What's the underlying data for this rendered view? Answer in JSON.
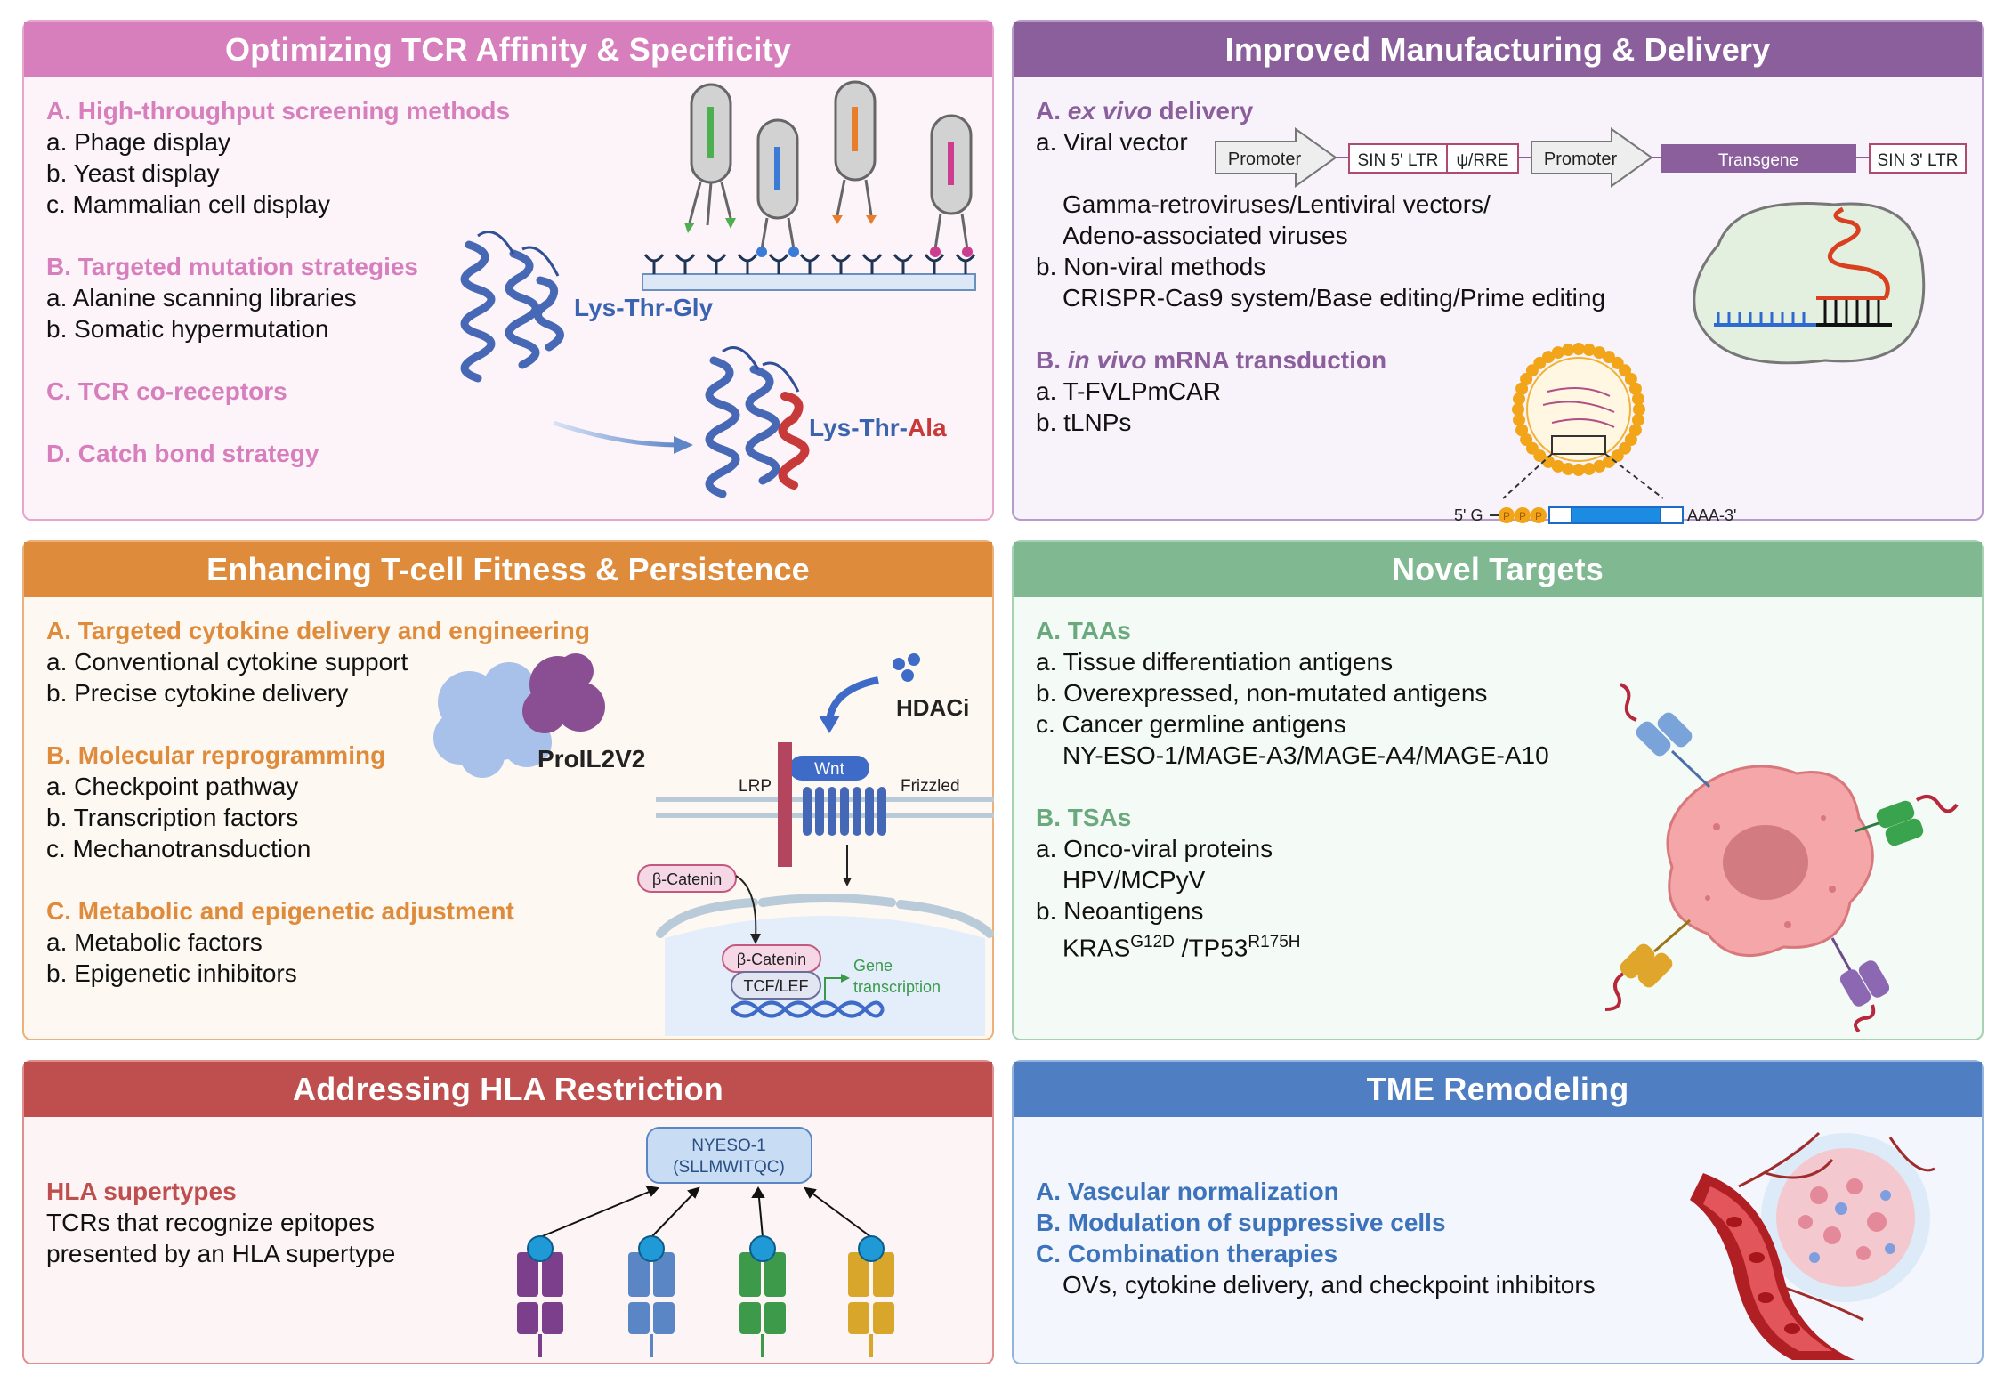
{
  "colors": {
    "tcr": "#d77fbd",
    "manufacturing": "#8a5f9c",
    "fitness": "#df8b3c",
    "targets": "#80b891",
    "hla": "#bf4f4f",
    "tme": "#4f7fc2"
  },
  "tcr": {
    "title": "Optimizing TCR Affinity & Specificity",
    "lines": [
      {
        "text": "A. High-throughput screening methods",
        "type": "heading"
      },
      {
        "text": "a. Phage display",
        "type": "item"
      },
      {
        "text": "b. Yeast display",
        "type": "item"
      },
      {
        "text": "c. Mammalian cell display",
        "type": "item"
      },
      {
        "text": "",
        "type": "gap"
      },
      {
        "text": "B. Targeted mutation strategies",
        "type": "heading"
      },
      {
        "text": "a. Alanine scanning libraries",
        "type": "item"
      },
      {
        "text": "b. Somatic hypermutation",
        "type": "item"
      },
      {
        "text": "",
        "type": "gap"
      },
      {
        "text": "C. TCR co-receptors",
        "type": "heading"
      },
      {
        "text": "",
        "type": "gap"
      },
      {
        "text": "D. Catch bond strategy",
        "type": "heading"
      }
    ],
    "labels": {
      "original": "Lys-Thr-Gly",
      "mut_prefix": "Lys-Thr-",
      "mut_residue": "Ala"
    }
  },
  "manufacturing": {
    "title": "Improved Manufacturing & Delivery",
    "lines": [
      {
        "text": "A. ex vivo delivery",
        "type": "heading"
      },
      {
        "text": "a. Viral vector",
        "type": "item"
      },
      {
        "text": "",
        "type": "gap"
      },
      {
        "text": "Gamma-retroviruses/Lentiviral vectors/",
        "type": "indent"
      },
      {
        "text": "Adeno-associated viruses",
        "type": "indent"
      },
      {
        "text": "b. Non-viral methods",
        "type": "item"
      },
      {
        "text": "CRISPR-Cas9 system/Base editing/Prime editing",
        "type": "indent"
      },
      {
        "text": "",
        "type": "gap"
      },
      {
        "text": "B. in vivo mRNA transduction",
        "type": "heading"
      },
      {
        "text": "a. T-FVLPmCAR",
        "type": "item"
      },
      {
        "text": "b. tLNPs",
        "type": "item"
      }
    ],
    "vector": {
      "promoter1": "Promoter",
      "ltr5": "SIN 5' LTR",
      "psi": "ψ/RRE",
      "promoter2": "Promoter",
      "transgene": "Transgene",
      "ltr3": "SIN 3' LTR"
    },
    "mrna": {
      "cap": "5' G",
      "p": "P",
      "tail": "AAA-3'"
    }
  },
  "fitness": {
    "title": "Enhancing T-cell Fitness & Persistence",
    "lines": [
      {
        "text": "A. Targeted cytokine delivery and engineering",
        "type": "heading"
      },
      {
        "text": "a. Conventional cytokine support",
        "type": "item"
      },
      {
        "text": "b. Precise cytokine delivery",
        "type": "item"
      },
      {
        "text": "",
        "type": "gap"
      },
      {
        "text": "B. Molecular reprogramming",
        "type": "heading"
      },
      {
        "text": "a. Checkpoint pathway",
        "type": "item"
      },
      {
        "text": "b. Transcription factors",
        "type": "item"
      },
      {
        "text": "c. Mechanotransduction",
        "type": "item"
      },
      {
        "text": "",
        "type": "gap"
      },
      {
        "text": "C. Metabolic and epigenetic adjustment",
        "type": "heading"
      },
      {
        "text": "a. Metabolic factors",
        "type": "item"
      },
      {
        "text": "b. Epigenetic inhibitors",
        "type": "item"
      }
    ],
    "diagram": {
      "protein": "ProIL2V2",
      "hdaci": "HDACi",
      "wnt": "Wnt",
      "lrp": "LRP",
      "frizzled": "Frizzled",
      "bcat1": "β-Catenin",
      "bcat2": "β-Catenin",
      "tcf": "TCF/LEF",
      "gene1": "Gene",
      "gene2": "transcription"
    }
  },
  "targets": {
    "title": "Novel Targets",
    "lines": [
      {
        "text": "A. TAAs",
        "type": "heading"
      },
      {
        "text": "a. Tissue differentiation antigens",
        "type": "item"
      },
      {
        "text": "b. Overexpressed, non-mutated antigens",
        "type": "item"
      },
      {
        "text": "c. Cancer germline antigens",
        "type": "item"
      },
      {
        "text": "NY-ESO-1/MAGE-A3/MAGE-A4/MAGE-A10",
        "type": "indent"
      },
      {
        "text": "",
        "type": "gap"
      },
      {
        "text": "B. TSAs",
        "type": "heading"
      },
      {
        "text": "a. Onco-viral proteins",
        "type": "item"
      },
      {
        "text": "HPV/MCPyV",
        "type": "indent"
      },
      {
        "text": "b. Neoantigens",
        "type": "item"
      }
    ],
    "neo": {
      "kras": "KRAS",
      "kras_sup": "G12D",
      "sep": " /TP53",
      "tp53_sup": "R175H"
    }
  },
  "hla": {
    "title": "Addressing HLA Restriction",
    "lines": [
      {
        "text": "HLA supertypes",
        "type": "heading"
      },
      {
        "text": "TCRs that recognize epitopes",
        "type": "plain"
      },
      {
        "text": "presented by an HLA supertype",
        "type": "plain"
      }
    ],
    "epitope": {
      "line1": "NYESO-1",
      "line2": "(SLLMWITQC)"
    },
    "tcr_colors": [
      "#7b3f8c",
      "#5b86c6",
      "#3d9a4a",
      "#d7a62a"
    ]
  },
  "tme": {
    "title": "TME Remodeling",
    "lines": [
      {
        "text": "A. Vascular normalization",
        "type": "heading"
      },
      {
        "text": "B. Modulation of suppressive cells",
        "type": "heading"
      },
      {
        "text": "C. Combination therapies",
        "type": "heading"
      },
      {
        "text": "OVs, cytokine delivery, and checkpoint inhibitors",
        "type": "indent"
      }
    ]
  }
}
